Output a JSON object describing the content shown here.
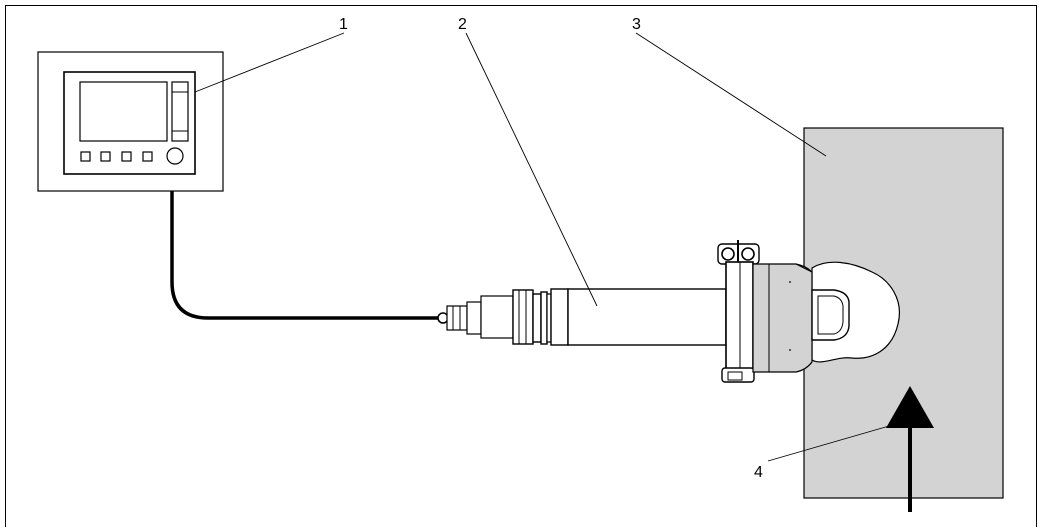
{
  "callouts": {
    "c1": "1",
    "c2": "2",
    "c3": "3",
    "c4": "4"
  },
  "colors": {
    "line": "#000000",
    "pipe_fill": "#d3d3d3",
    "body_fill": "#ffffff"
  },
  "icons": {
    "arrow": "flow-direction-arrow"
  }
}
